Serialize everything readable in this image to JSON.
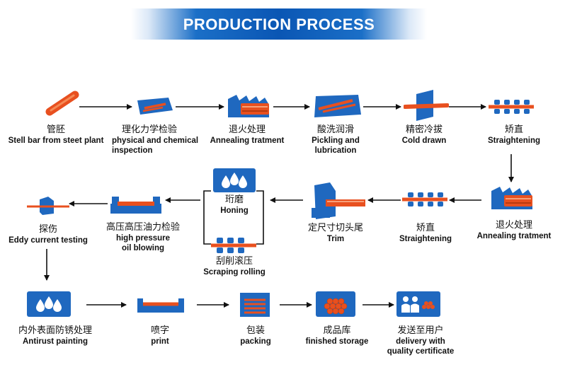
{
  "title": "PRODUCTION PROCESS",
  "steps": [
    {
      "zh": "管胚",
      "en": "Stell bar from steet plant",
      "icon": "steel-bar-icon"
    },
    {
      "zh": "理化力学检验",
      "en": "physical and chemical\ninspection",
      "icon": "inspection-tray-icon"
    },
    {
      "zh": "退火处理",
      "en": "Annealing tratment",
      "icon": "furnace-icon"
    },
    {
      "zh": "酸洗润滑",
      "en": "Pickling and\nlubrication",
      "icon": "pickling-tank-icon"
    },
    {
      "zh": "精密冷拔",
      "en": "Cold drawn",
      "icon": "cold-draw-die-icon"
    },
    {
      "zh": "矫直",
      "en": "Straightening",
      "icon": "straightening-rollers-icon"
    },
    {
      "zh": "退火处理",
      "en": "Annealing tratment",
      "icon": "furnace-icon"
    },
    {
      "zh": "矫直",
      "en": "Straightening",
      "icon": "straightening-rollers-icon"
    },
    {
      "zh": "定尺寸切头尾",
      "en": "Trim",
      "icon": "trim-saw-icon"
    },
    {
      "zh": "珩磨",
      "en": "Honing",
      "icon": "honing-drops-icon"
    },
    {
      "zh": "刮削滚压",
      "en": "Scraping rolling",
      "icon": "scraping-rollers-icon"
    },
    {
      "zh": "高压高压油力检验",
      "en": "high pressure\noil blowing",
      "icon": "pressure-test-icon"
    },
    {
      "zh": "探伤",
      "en": "Eddy current testing",
      "icon": "eddy-current-icon"
    },
    {
      "zh": "内外表面防锈处理",
      "en": "Antirust painting",
      "icon": "antirust-drops-icon"
    },
    {
      "zh": "喷字",
      "en": "print",
      "icon": "print-tray-icon"
    },
    {
      "zh": "包装",
      "en": "packing",
      "icon": "packing-box-icon"
    },
    {
      "zh": "成品库",
      "en": "finished storage",
      "icon": "storage-tubes-icon"
    },
    {
      "zh": "发送至用户",
      "en": "delivery with\nquality certificate",
      "icon": "delivery-users-icon"
    }
  ],
  "colors": {
    "banner": "#0a56b4",
    "icon_blue": "#1f68bf",
    "tube_orange": "#e8501f",
    "arrow": "#111111"
  }
}
